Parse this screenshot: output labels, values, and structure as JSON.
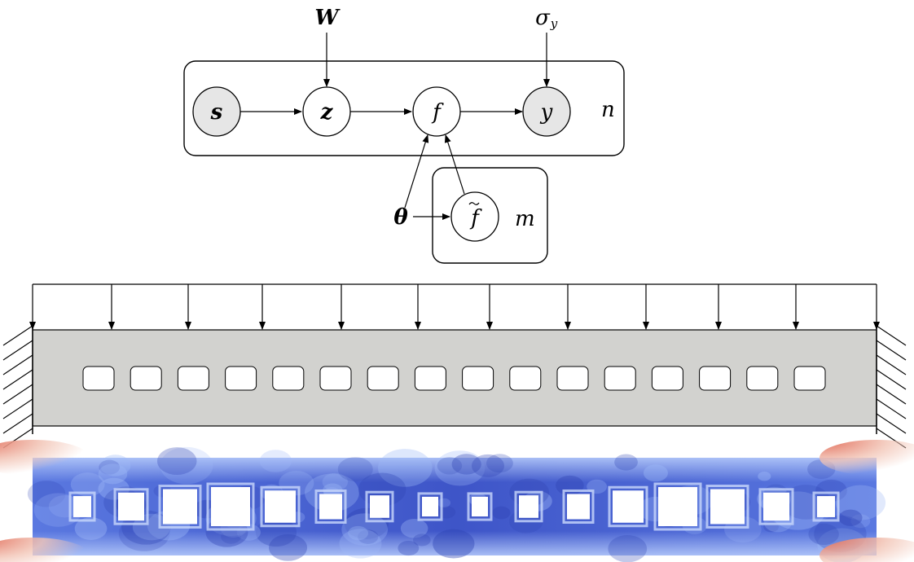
{
  "graph": {
    "nodes": {
      "s": {
        "label": "s",
        "observed": true
      },
      "z": {
        "label": "z",
        "observed": false
      },
      "f": {
        "label": "f",
        "observed": false
      },
      "y": {
        "label": "y",
        "observed": true
      },
      "ftilde": {
        "label": "f",
        "observed": false
      }
    },
    "params": {
      "W": "W",
      "sigma": "σ",
      "sigma_sub": "y",
      "theta": "θ"
    },
    "plates": {
      "n": "n",
      "m": "m"
    }
  },
  "beam": {
    "load_arrow_count": 12,
    "hole_count": 16,
    "fill_color": "#d2d2cf",
    "support_hatch_count": 8
  },
  "stress_map": {
    "colormap": [
      "#3b4cc0",
      "#6b8df0",
      "#aac7fd",
      "#f7f7f7",
      "#d6604d"
    ],
    "hole_relative_sizes": [
      0.35,
      0.6,
      0.85,
      1.0,
      0.75,
      0.5,
      0.4,
      0.3,
      0.3,
      0.4,
      0.5,
      0.75,
      1.0,
      0.85,
      0.6,
      0.35
    ]
  }
}
